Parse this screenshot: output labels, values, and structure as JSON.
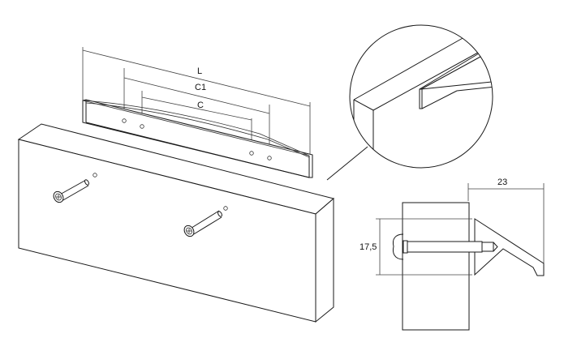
{
  "diagram": {
    "title": "Cabinet handle mounting drawing",
    "labels": {
      "overall_length": "L",
      "hole_spacing_outer": "C1",
      "hole_spacing_inner": "C",
      "depth_dimension": "23",
      "height_dimension": "17,5"
    },
    "parts": {
      "handle": "profile handle with four mounting holes",
      "panel": "cabinet door panel",
      "screws": 2,
      "detail_view": "circular magnified corner detail",
      "section_view": "side section with screw"
    },
    "colors": {
      "line": "#1a1a1a",
      "background": "#ffffff"
    }
  }
}
